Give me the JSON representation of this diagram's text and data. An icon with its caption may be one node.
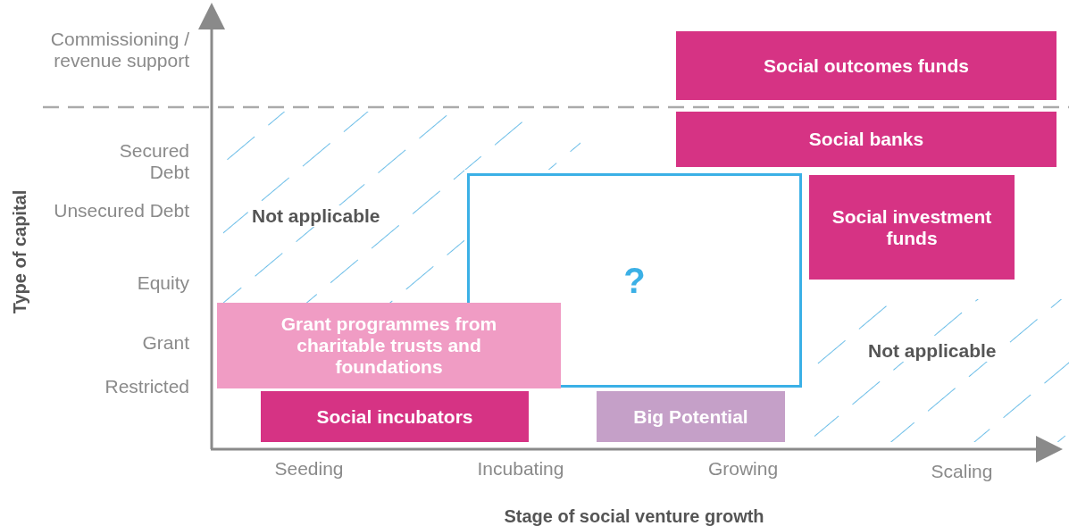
{
  "diagram": {
    "nodes": [
      {
        "text": [
          "Social outcomes funds"
        ]
      },
      {
        "text": [
          "Social banks"
        ]
      },
      {
        "text": [
          "Social investment funds"
        ]
      },
      {
        "text": [
          "?"
        ]
      },
      {
        "text": [
          "Grant programmes from charitable trusts and foundations"
        ]
      },
      {
        "text": [
          "Social incubators"
        ]
      },
      {
        "text": [
          "Big Potential"
        ]
      }
    ],
    "labels": [
      "Commissioning / revenue support",
      "Secured Debt",
      "Unsecured Debt",
      "Equity",
      "Grant",
      "Restricted",
      "Not applicable",
      "Not applicable",
      "Seeding",
      "Incubating",
      "Growing",
      "Scaling",
      "Type of capital",
      "Stage of social venture growth"
    ]
  }
}
